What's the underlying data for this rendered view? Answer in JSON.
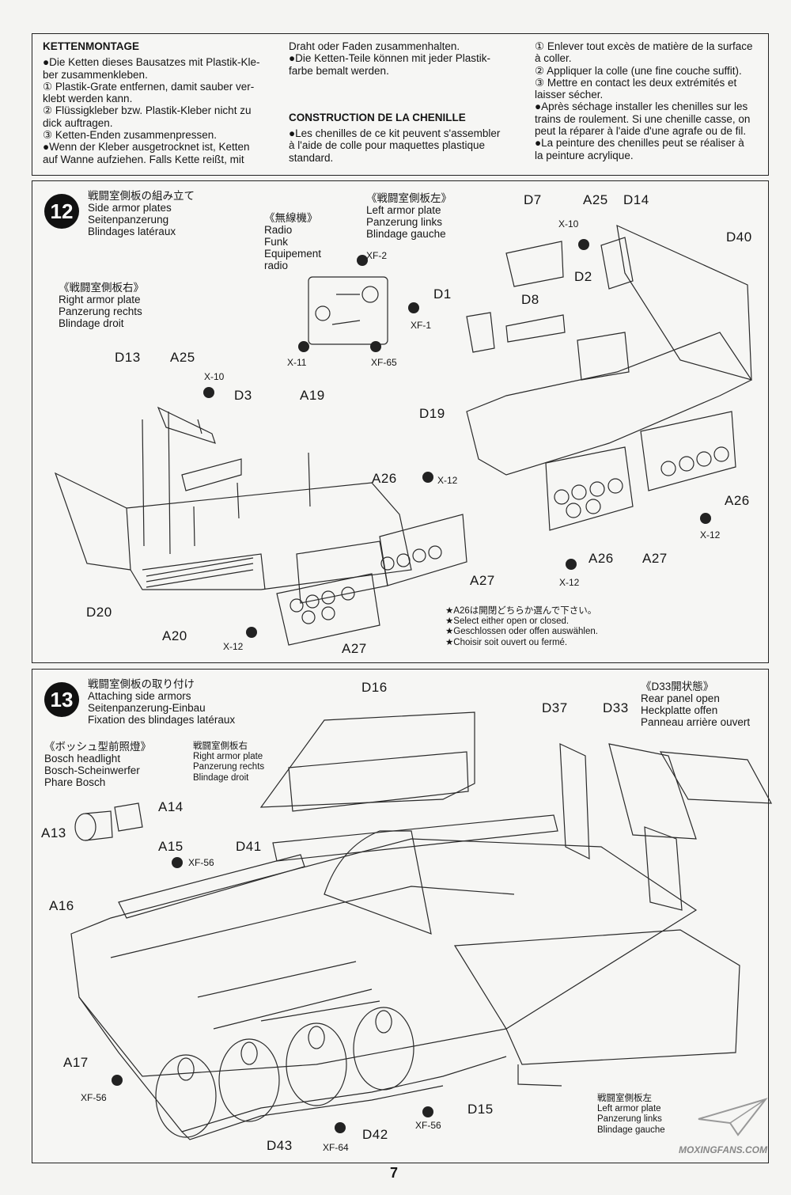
{
  "instructions": {
    "col1": {
      "heading": "KETTENMONTAGE",
      "lines": [
        "●Die Ketten dieses Bausatzes mit Plastik-Kle-",
        "ber zusammenkleben.",
        "① Plastik-Grate entfernen, damit sauber ver-",
        "klebt werden kann.",
        "② Flüssigkleber bzw. Plastik-Kleber nicht zu",
        "dick auftragen.",
        "③ Ketten-Enden zusammenpressen.",
        "●Wenn der Kleber ausgetrocknet ist, Ketten",
        "auf Wanne aufziehen. Falls Kette reißt, mit"
      ]
    },
    "col2": {
      "lines_top": [
        "Draht oder Faden zusammenhalten.",
        "●Die Ketten-Teile können mit jeder Plastik-",
        "farbe bemalt werden."
      ],
      "heading": "CONSTRUCTION DE LA CHENILLE",
      "lines_bottom": [
        "●Les chenilles de ce kit peuvent s'assembler",
        "à l'aide de colle pour maquettes plastique",
        "standard."
      ]
    },
    "col3": {
      "lines": [
        "① Enlever tout excès de matière de la surface",
        "à coller.",
        "② Appliquer la colle (une fine couche suffit).",
        "③ Mettre en contact les deux extrémités et",
        "laisser sécher.",
        "●Après séchage installer les chenilles sur les",
        "trains de roulement. Si une chenille casse, on",
        "peut la réparer à l'aide d'une agrafe ou de fil.",
        "●La peinture des chenilles peut se réaliser à",
        "la peinture acrylique."
      ]
    }
  },
  "step12": {
    "number": "12",
    "title": [
      "戦闘室側板の組み立て",
      "Side armor plates",
      "Seitenpanzerung",
      "Blindages latéraux"
    ],
    "radio": [
      "《無線機》",
      "Radio",
      "Funk",
      "Equipement",
      "radio"
    ],
    "left_plate": [
      "《戦闘室側板左》",
      "Left armor plate",
      "Panzerung links",
      "Blindage gauche"
    ],
    "right_plate": [
      "《戦闘室側板右》",
      "Right armor plate",
      "Panzerung rechts",
      "Blindage droit"
    ],
    "note": [
      "★A26は開閉どちらか選んで下さい。",
      "★Select either open or closed.",
      "★Geschlossen oder offen auswählen.",
      "★Choisir soit ouvert ou fermé."
    ],
    "labels": {
      "d7": "D7",
      "a25_r": "A25",
      "d14": "D14",
      "d40": "D40",
      "x10_r": "X-10",
      "d2": "D2",
      "d1": "D1",
      "d8": "D8",
      "d19": "D19",
      "a26_r1": "A26",
      "x12_r1": "X-12",
      "a26_r2": "A26",
      "a27_r": "A27",
      "x12_r2": "X-12",
      "xf2": "XF-2",
      "xf1": "XF-1",
      "x11": "X-11",
      "xf65": "XF-65",
      "d13": "D13",
      "a25_l": "A25",
      "x10_l": "X-10",
      "d3": "D3",
      "a19": "A19",
      "a26_l": "A26",
      "x12_l1": "X-12",
      "a27_l1": "A27",
      "d20": "D20",
      "a20": "A20",
      "x12_l2": "X-12",
      "a27_l2": "A27"
    }
  },
  "step13": {
    "number": "13",
    "title": [
      "戦闘室側板の取り付け",
      "Attaching side armors",
      "Seitenpanzerung-Einbau",
      "Fixation des blindages latéraux"
    ],
    "bosch": [
      "《ボッシュ型前照燈》",
      "Bosch headlight",
      "Bosch-Scheinwerfer",
      "Phare Bosch"
    ],
    "right_plate": [
      "戦闘室側板右",
      "Right armor plate",
      "Panzerung rechts",
      "Blindage droit"
    ],
    "rear_panel": [
      "《D33開状態》",
      "Rear panel open",
      "Heckplatte offen",
      "Panneau arrière ouvert"
    ],
    "left_plate": [
      "戦闘室側板左",
      "Left armor plate",
      "Panzerung links",
      "Blindage gauche"
    ],
    "labels": {
      "d16": "D16",
      "d37": "D37",
      "d33": "D33",
      "a14": "A14",
      "a13": "A13",
      "a15": "A15",
      "xf56_a": "XF-56",
      "d41": "D41",
      "a16": "A16",
      "a17": "A17",
      "xf56_b": "XF-56",
      "d43": "D43",
      "xf64": "XF-64",
      "d42": "D42",
      "xf56_c": "XF-56",
      "d15": "D15"
    }
  },
  "page_number": "7",
  "watermark": "MOXINGFANS.COM"
}
